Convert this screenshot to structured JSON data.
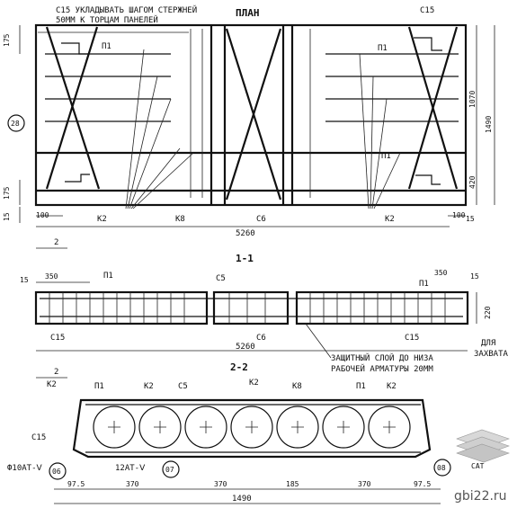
{
  "plan": {
    "title": "ПЛАН",
    "note_line1": "С15 УКЛАДЫВАТЬ ШАГОМ СТЕРЖНЕЙ",
    "note_line2": "50ММ К ТОРЦАМ ПАНЕЛЕЙ",
    "labels": [
      "С15",
      "П1",
      "П1",
      "П1",
      "К2",
      "К8",
      "С6",
      "К2"
    ],
    "callout_28": "28",
    "dims": [
      "175",
      "175",
      "15",
      "100",
      "100",
      "1070",
      "1490",
      "420",
      "15",
      "5260"
    ]
  },
  "section_1": {
    "title": "1-1",
    "labels": [
      "П1",
      "С5",
      "С15",
      "С6",
      "С15",
      "П1"
    ],
    "dims": [
      "350",
      "350",
      "15",
      "15",
      "220",
      "5260"
    ],
    "note_line1": "ЗАЩИТНЫЙ СЛОЙ ДО НИЗА",
    "note_line2": "РАБОЧЕЙ АРМАТУРЫ 20ММ",
    "note_side1": "ДЛЯ",
    "note_side2": "ЗАХВАТА",
    "cut_mark": "2"
  },
  "section_2": {
    "title": "2-2",
    "labels": [
      "К2",
      "П1",
      "К2",
      "С5",
      "К2",
      "К8",
      "П1",
      "К2",
      "С15"
    ],
    "left_note": "Ф10АТ-Ⅴ",
    "mid_note": "12АТ-Ⅴ",
    "callouts": [
      "06",
      "07",
      "08"
    ],
    "dims": [
      "97.5",
      "370",
      "370",
      "185",
      "370",
      "97.5",
      "1490"
    ],
    "cut_mark": "2"
  },
  "watermark": {
    "site": "gbi22.ru",
    "badge": "САТ"
  }
}
